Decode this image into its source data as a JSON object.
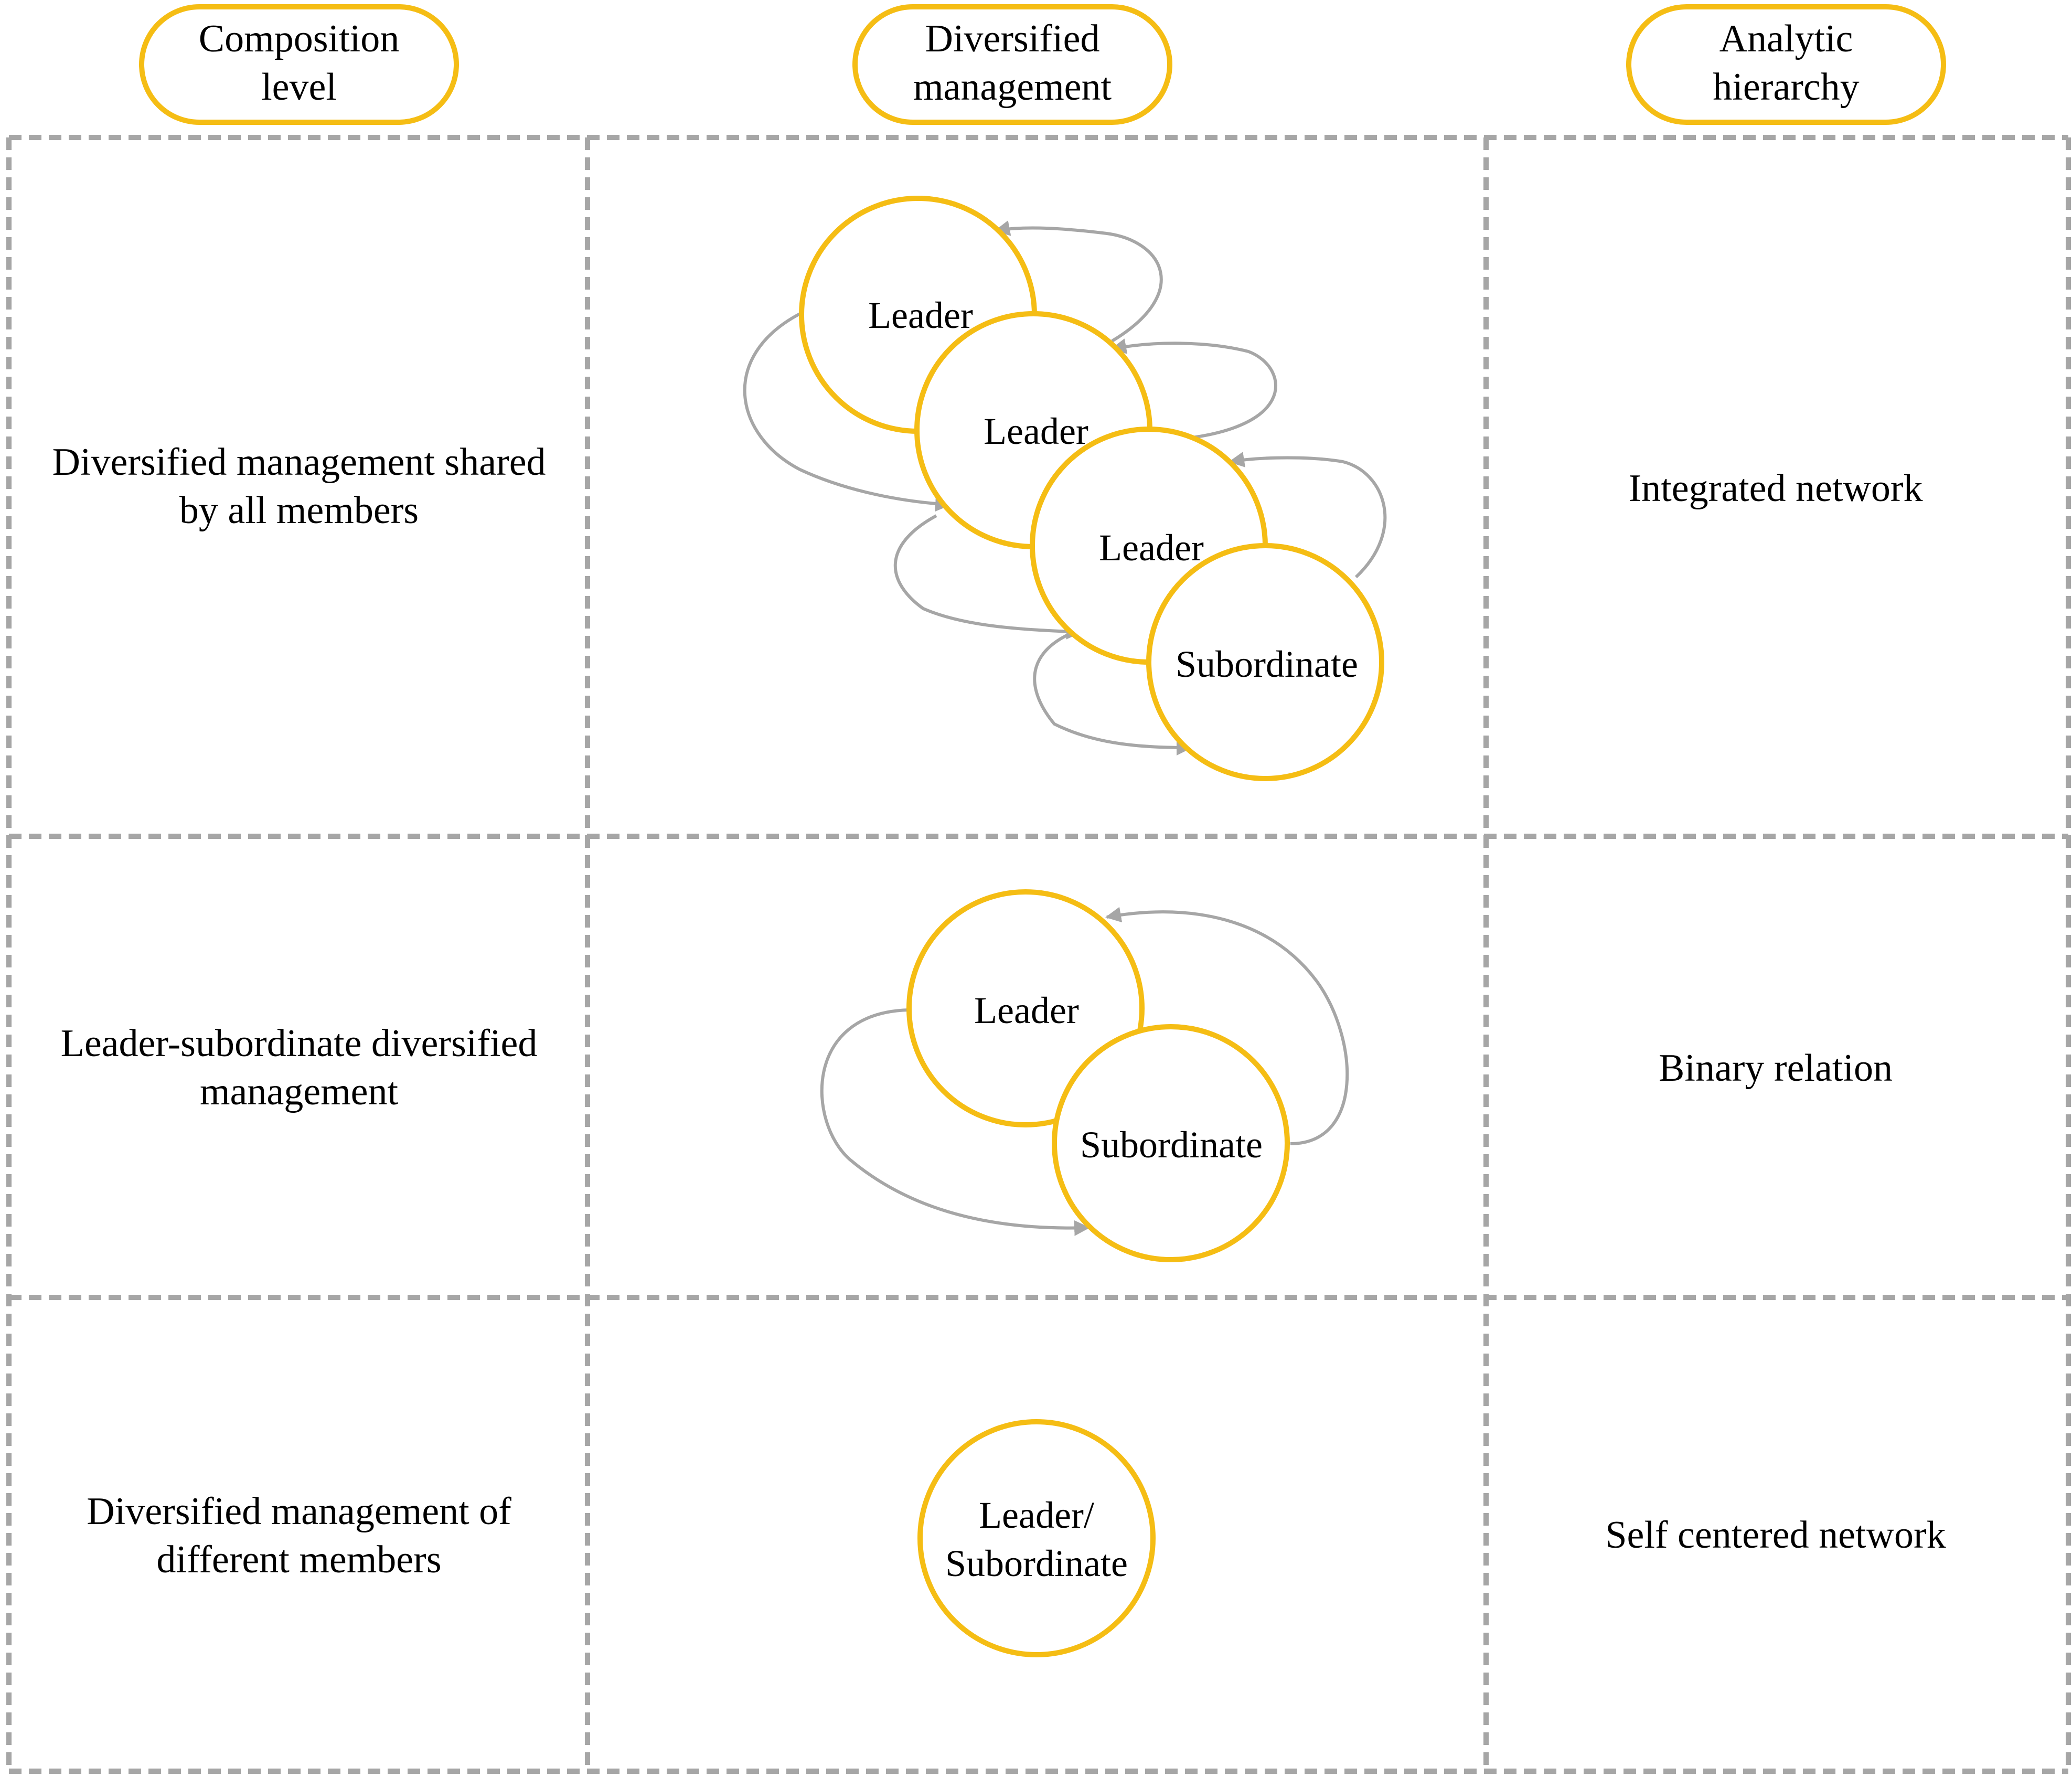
{
  "colors": {
    "accent": "#F5BD14",
    "grid": "#A6A6A6",
    "arrow": "#A6A6A6",
    "text": "#000000",
    "background": "#FFFFFF"
  },
  "headers": {
    "composition": [
      "Composition",
      "level"
    ],
    "diversified": [
      "Diversified",
      "management"
    ],
    "analytic": [
      "Analytic",
      "hierarchy"
    ]
  },
  "rows": [
    {
      "composition": [
        "Diversified management shared",
        "by all members"
      ],
      "analytic": "Integrated network",
      "nodes": [
        "Leader",
        "Leader",
        "Leader",
        "Subordinate"
      ]
    },
    {
      "composition": [
        "Leader-subordinate diversified",
        "management"
      ],
      "analytic": "Binary relation",
      "nodes": [
        "Leader",
        "Subordinate"
      ]
    },
    {
      "composition": [
        "Diversified management of",
        "different members"
      ],
      "analytic": "Self centered network",
      "nodes": [
        [
          "Leader/",
          "Subordinate"
        ]
      ]
    }
  ]
}
